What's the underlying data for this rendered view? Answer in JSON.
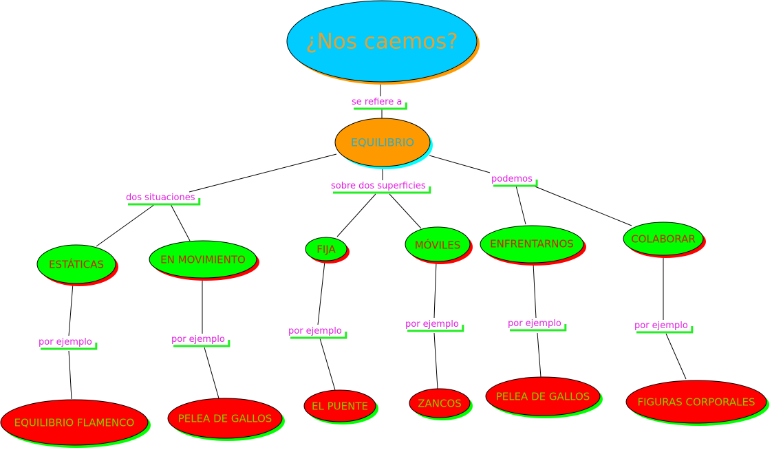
{
  "title": "¿Nos caemos?",
  "root": "EQUILIBRIO",
  "links": {
    "se_refiere": "se refiere a",
    "dos_situaciones": "dos situaciones",
    "sobre_superficies": "sobre dos superficies",
    "podemos": "podemos",
    "ej1": "por ejemplo",
    "ej2": "por  ejemplo",
    "ej3": "por ejemplo",
    "ej4": "por ejemplo",
    "ej5": "por ejemplo",
    "ej6": "por ejemplo"
  },
  "concepts": {
    "estaticas": "ESTÁTICAS",
    "en_movimiento": "EN MOVIMIENTO",
    "fija": "FIJA",
    "moviles": "MÓVILES",
    "enfrentarnos": "ENFRENTARNOS",
    "colaborar": "COLABORAR"
  },
  "examples": {
    "flamenco": "EQUILIBRIO FLAMENCO",
    "pelea1": "PELEA DE GALLOS",
    "puente": "EL PUENTE",
    "zancos": "ZANCOS",
    "pelea2": "PELEA DE GALLOS",
    "figuras": "FIGURAS CORPORALES"
  },
  "colors": {
    "title_fill": "#00ccff",
    "title_text": "#e8a030",
    "root_fill": "#ff9900",
    "root_text": "#33aabb",
    "concept_fill": "#00ff00",
    "concept_text": "#cc2200",
    "example_fill": "#ff0000",
    "example_text": "#88cc00",
    "link_text": "#e020e0"
  }
}
